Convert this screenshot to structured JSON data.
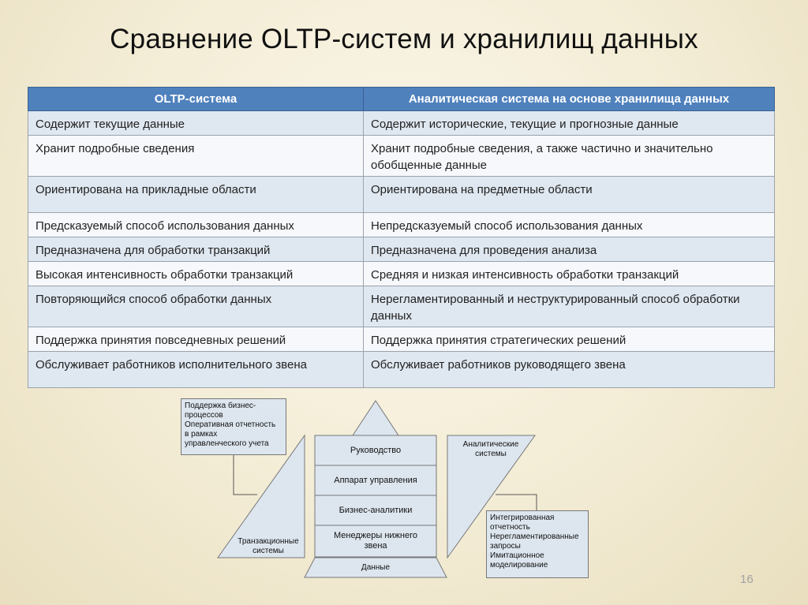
{
  "title": "Сравнение OLTP-систем и хранилищ данных",
  "table": {
    "headers": [
      "OLTP-система",
      "Аналитическая система на основе хранилища данных"
    ],
    "rows": [
      [
        "Содержит текущие данные",
        "Содержит исторические, текущие и прогнозные данные"
      ],
      [
        "Хранит подробные сведения",
        "Хранит подробные сведения, а также частично и значительно обобщенные данные"
      ],
      [
        "Ориентирована на прикладные области",
        "Ориентирована на предметные области"
      ],
      [
        "Предсказуемый способ использования данных",
        "Непредсказуемый способ использования данных"
      ],
      [
        "Предназначена для обработки транзакций",
        "Предназначена для проведения анализа"
      ],
      [
        "Высокая интенсивность обработки транзакций",
        "Средняя и низкая интенсивность обработки транзакций"
      ],
      [
        "Повторяющийся способ обработки данных",
        "Нерегламентированный и неструктурированный способ обработки данных"
      ],
      [
        "Поддержка принятия повседневных решений",
        "Поддержка принятия стратегических решений"
      ],
      [
        "Обслуживает работников исполнительного звена",
        "Обслуживает работников руководящего звена"
      ]
    ]
  },
  "diagram": {
    "left_box_lines": [
      "Поддержка бизнес-",
      "процессов",
      "Оперативная отчетность",
      "в рамках",
      "управленческого учета"
    ],
    "transaction_label_lines": [
      "Транзакционные",
      "системы"
    ],
    "analytic_label_lines": [
      "Аналитические",
      "системы"
    ],
    "right_box_lines": [
      "Интегрированная",
      "отчетность",
      "Нерегламентированные",
      "запросы",
      "Имитационное",
      "моделирование"
    ],
    "levels": {
      "top": "Руководство",
      "second": "Аппарат управления",
      "third": "Бизнес-аналитики",
      "fourth_line1": "Менеджеры нижнего",
      "fourth_line2": "звена",
      "base": "Данные"
    },
    "colors": {
      "box_fill": "#dde6ef",
      "stroke": "#777777",
      "line": "#555555"
    }
  },
  "page_number": "16"
}
